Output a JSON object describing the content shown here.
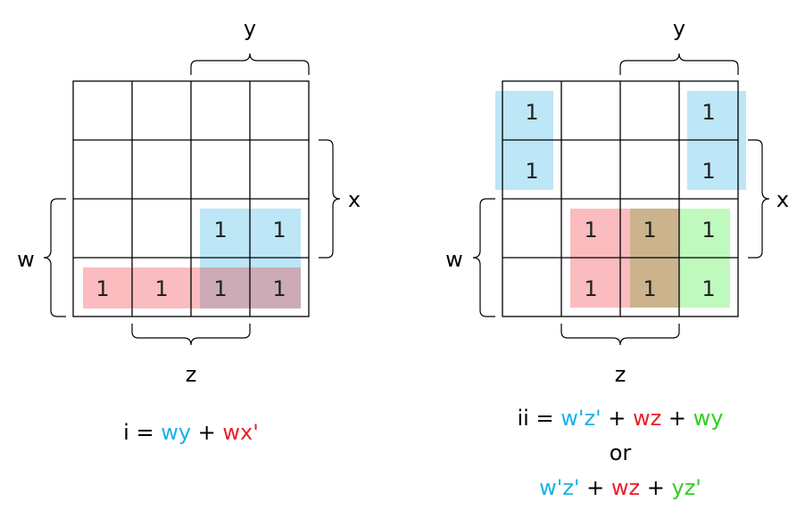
{
  "colors": {
    "blue": "#1ab0e8",
    "red": "#e8202a",
    "green": "#2ed11e",
    "fill_blue": "#bde6f7",
    "fill_red": "#fbbcbf",
    "fill_green": "#bff9bd",
    "fill_overlap": "#ccabb7",
    "fill_tan": "#cab38d"
  },
  "map_i": {
    "labels": {
      "y": "y",
      "x": "x",
      "w": "w",
      "z": "z"
    },
    "ones": [
      "1",
      "1",
      "1",
      "1",
      "1",
      "1"
    ],
    "equation": [
      {
        "text": "i = ",
        "color": "black"
      },
      {
        "text": "wy",
        "color": "blue"
      },
      {
        "text": " + ",
        "color": "black"
      },
      {
        "text": "wx'",
        "color": "red"
      }
    ]
  },
  "map_ii": {
    "labels": {
      "y": "y",
      "x": "x",
      "w": "w",
      "z": "z"
    },
    "ones": [
      "1",
      "1",
      "1",
      "1",
      "1",
      "1",
      "1",
      "1",
      "1",
      "1"
    ],
    "equation_line1": [
      {
        "text": "ii = ",
        "color": "black"
      },
      {
        "text": "w'z'",
        "color": "blue"
      },
      {
        "text": " + ",
        "color": "black"
      },
      {
        "text": "wz",
        "color": "red"
      },
      {
        "text": " + ",
        "color": "black"
      },
      {
        "text": "wy",
        "color": "green"
      }
    ],
    "equation_line2": [
      {
        "text": "or",
        "color": "black"
      }
    ],
    "equation_line3": [
      {
        "text": "w'z'",
        "color": "blue"
      },
      {
        "text": " + ",
        "color": "black"
      },
      {
        "text": "wz",
        "color": "red"
      },
      {
        "text": " + ",
        "color": "black"
      },
      {
        "text": "yz'",
        "color": "green"
      }
    ]
  }
}
